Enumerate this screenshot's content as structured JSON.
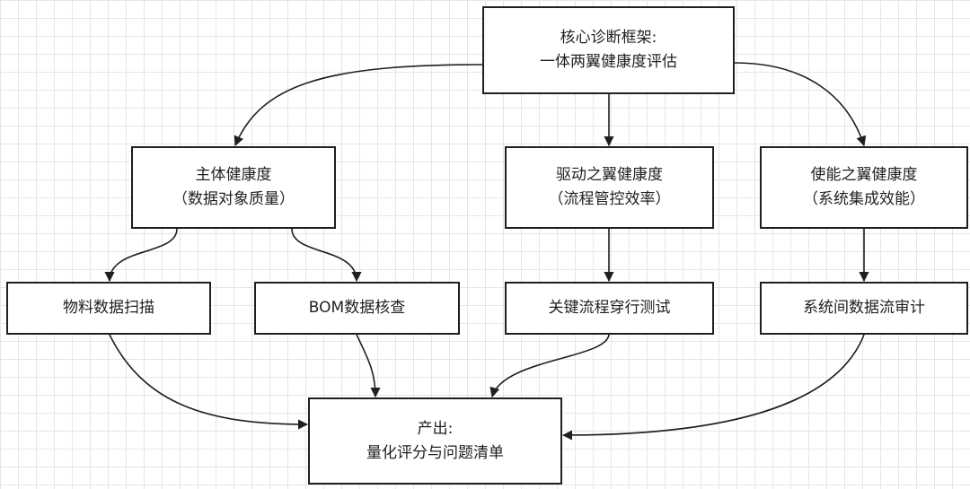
{
  "colors": {
    "stroke": "#1f1f1f",
    "grid": "#e6e6e6",
    "background": "#ffffff"
  },
  "nodes": {
    "core": {
      "line1": "核心诊断框架:",
      "line2": "一体两翼健康度评估"
    },
    "main": {
      "line1": "主体健康度",
      "line2": "（数据对象质量）"
    },
    "drive": {
      "line1": "驱动之翼健康度",
      "line2": "（流程管控效率）"
    },
    "enable": {
      "line1": "使能之翼健康度",
      "line2": "（系统集成效能）"
    },
    "material": {
      "label": "物料数据扫描"
    },
    "bom": {
      "label": "BOM数据核查"
    },
    "process": {
      "label": "关键流程穿行测试"
    },
    "system": {
      "label": "系统间数据流审计"
    },
    "output": {
      "line1": "产出:",
      "line2": "量化评分与问题清单"
    }
  },
  "edges": [
    {
      "from": "core",
      "to": "main"
    },
    {
      "from": "core",
      "to": "drive"
    },
    {
      "from": "core",
      "to": "enable"
    },
    {
      "from": "main",
      "to": "material"
    },
    {
      "from": "main",
      "to": "bom"
    },
    {
      "from": "drive",
      "to": "process"
    },
    {
      "from": "enable",
      "to": "system"
    },
    {
      "from": "material",
      "to": "output"
    },
    {
      "from": "bom",
      "to": "output"
    },
    {
      "from": "process",
      "to": "output"
    },
    {
      "from": "system",
      "to": "output"
    }
  ]
}
